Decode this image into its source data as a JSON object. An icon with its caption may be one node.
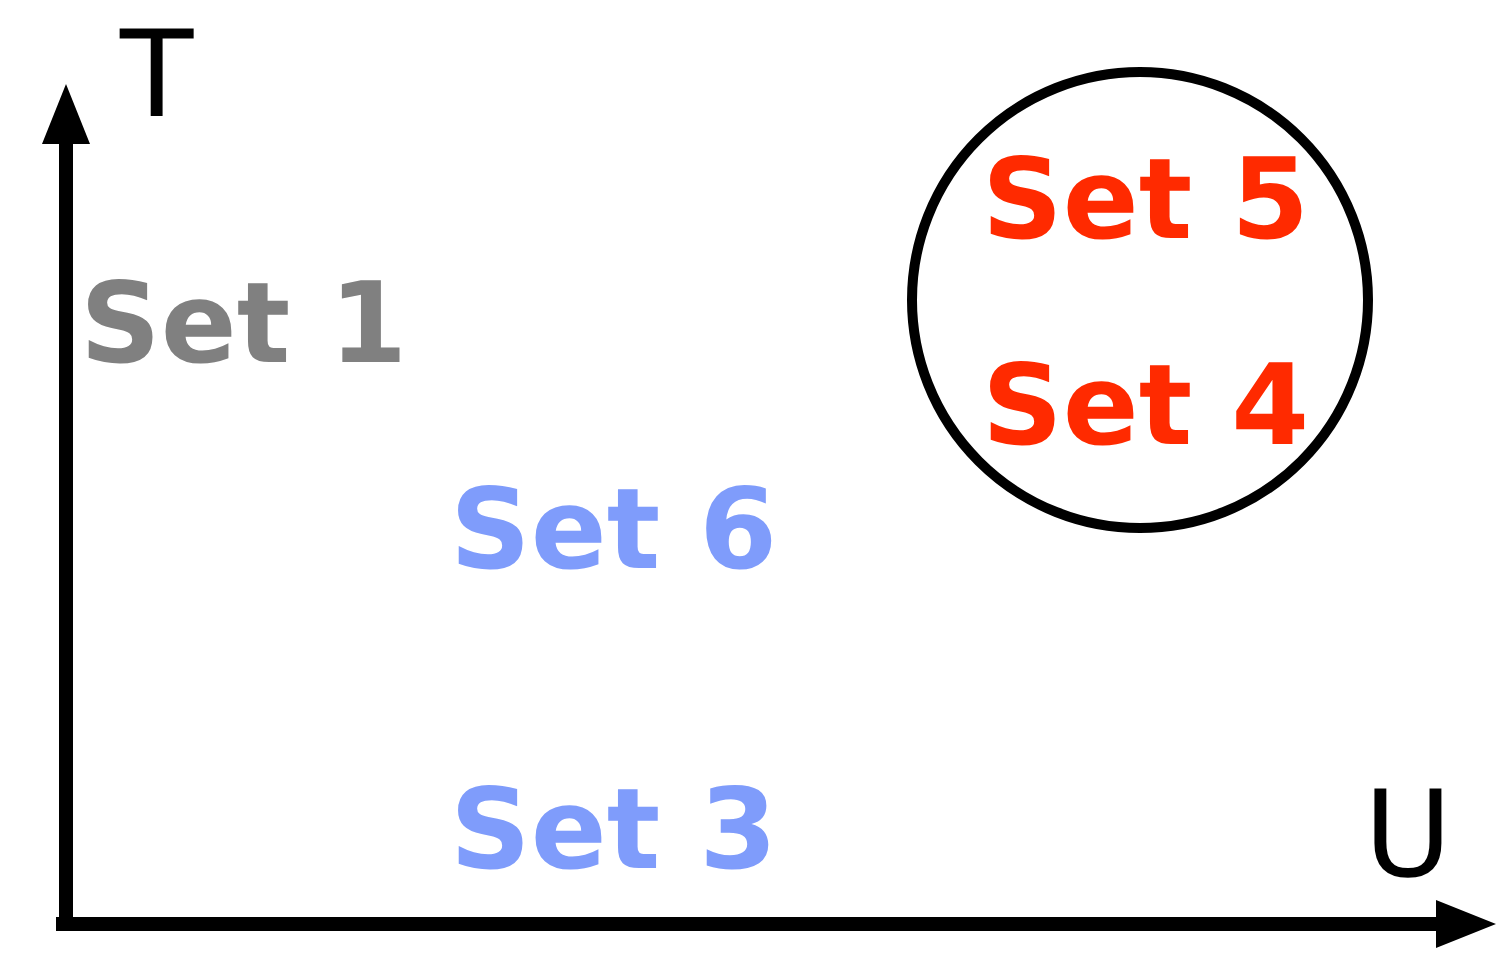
{
  "diagram": {
    "nodes": [
      {
        "text": [
          "Set 5",
          "Set 4"
        ]
      }
    ],
    "edges": [],
    "labels": [
      "T",
      "Set 1",
      "Set 6",
      "U",
      "Set 3"
    ]
  }
}
